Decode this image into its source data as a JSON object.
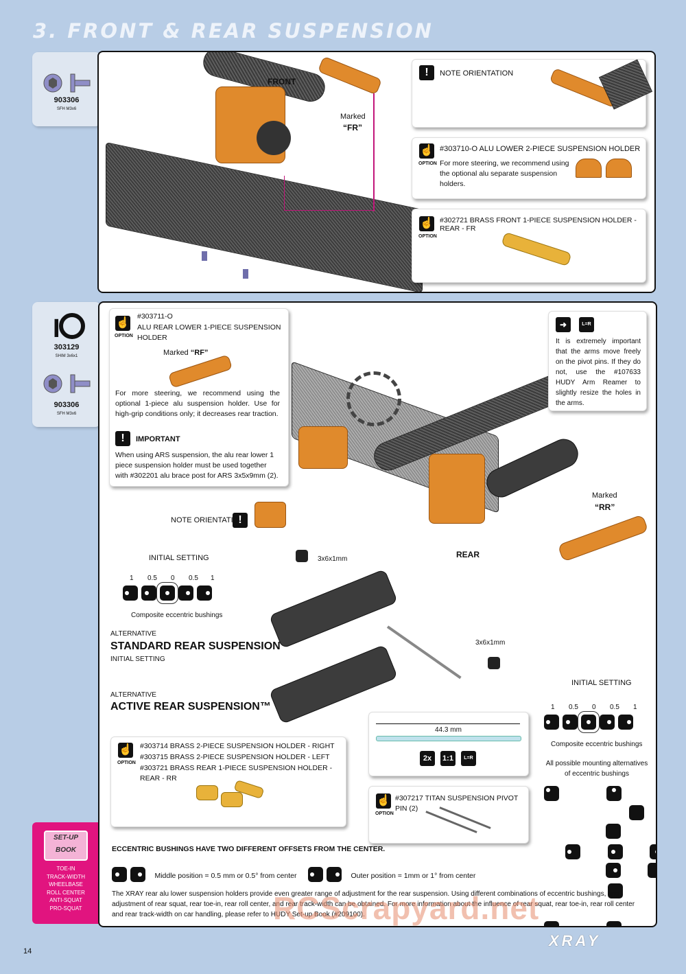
{
  "title": "3. FRONT & REAR SUSPENSION",
  "page_number": "14",
  "brand": "XRAY",
  "watermark": "RCScrapyard.net",
  "top_sidebar": {
    "part_number": "903306",
    "part_desc": "SFH M3x6"
  },
  "bottom_sidebar": [
    {
      "part_number": "303129",
      "part_desc": "SHIM 3x6x1"
    },
    {
      "part_number": "903306",
      "part_desc": "SFH M3x6"
    }
  ],
  "front": {
    "label": "FRONT",
    "marked_text": "Marked",
    "marked_code": "“FR”",
    "note_card": {
      "title": "NOTE ORIENTATION"
    },
    "option1": {
      "title": "#303710-O  ALU LOWER 2-PIECE SUSPENSION HOLDER",
      "tag": "OPTION",
      "text": "For more steering, we recommend using the optional alu separate suspension holders."
    },
    "option2": {
      "title": "#302721 BRASS FRONT 1-PIECE SUSPENSION HOLDER - REAR - FR",
      "tag": "OPTION"
    }
  },
  "rear": {
    "label": "REAR",
    "option_card": {
      "tag": "OPTION",
      "part": "#303711-O",
      "title": "ALU REAR LOWER 1-PIECE SUSPENSION HOLDER",
      "marked_text": "Marked",
      "marked_code": "“RF”",
      "text": "For more steering, we recommend using the optional 1-piece alu suspension holder. Use for high-grip conditions only; it decreases rear traction.",
      "important_title": "IMPORTANT",
      "important_text": "When using ARS suspension, the alu rear lower 1 piece suspension holder must be used together with #302201 alu brace post for ARS 3x5x9mm (2)."
    },
    "arms_card": {
      "icon_text": "L=R",
      "text": "It is extremely important that the arms move freely on the pivot pins. If they do not, use the #107633 HUDY Arm Reamer to slightly resize the holes in the arms."
    },
    "marked_text": "Marked",
    "marked_code": "“RR”",
    "note_orientation": "NOTE ORIENTATION",
    "initial_setting": "INITIAL SETTING",
    "shim": "3x6x1mm",
    "shim2": "3x6x1mm",
    "bush_labels": [
      "1",
      "0.5",
      "0",
      "0.5",
      "1"
    ],
    "composite": "Composite eccentric bushings",
    "alt1_small": "ALTERNATIVE",
    "alt1_big": "STANDARD REAR SUSPENSION",
    "alt1_sub": "INITIAL SETTING",
    "alt2_small": "ALTERNATIVE",
    "alt2_big": "ACTIVE REAR SUSPENSION™",
    "initial_setting2": "INITIAL SETTING",
    "composite2": "Composite eccentric bushings",
    "all_positions": "All possible mounting alternatives of eccentric bushings",
    "pin_length": "44.3 mm",
    "qty": "2x",
    "ratio": "1:1",
    "lr": "L=R",
    "brass_card": {
      "tag": "OPTION",
      "lines": [
        "#303714 BRASS 2-PIECE SUSPENSION HOLDER - RIGHT",
        "#303715 BRASS 2-PIECE SUSPENSION HOLDER - LEFT",
        "#303721 BRASS REAR 1-PIECE SUSPENSION HOLDER - REAR - RR"
      ]
    },
    "titan_card": {
      "tag": "OPTION",
      "title": "#307217 TITAN SUSPENSION PIVOT PIN (2)"
    },
    "ecc_title": "ECCENTRIC BUSHINGS HAVE TWO DIFFERENT OFFSETS FROM THE CENTER.",
    "ecc_middle": "Middle position = 0.5 mm or 0.5° from center",
    "ecc_outer": "Outer position = 1mm or 1° from center",
    "paragraph": "The XRAY rear alu lower suspension holders provide even greater range of adjustment for the rear suspension. Using different combinations of eccentric bushings, fine adjustment of rear squat, rear toe-in, rear roll center, and rear track-width can be obtained. For more information about the influence of rear squat, rear toe-in, rear roll center and rear track-width on car handling, please refer to HUDY Set-up Book (#209100)."
  },
  "setup_book": {
    "title": "SET-UP BOOK",
    "items": [
      "TOE-IN",
      "TRACK-WIDTH",
      "WHEELBASE",
      "ROLL CENTER",
      "ANTI-SQUAT",
      "PRO-SQUAT"
    ]
  }
}
